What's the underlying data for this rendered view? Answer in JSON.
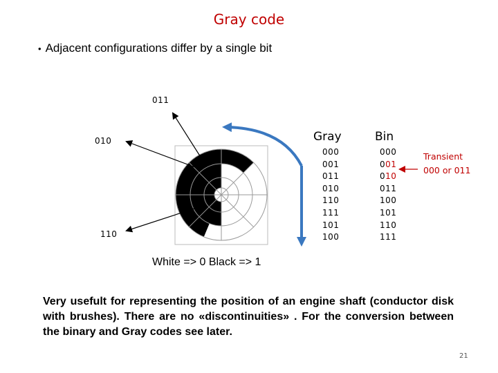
{
  "slide": {
    "title": "Gray code",
    "bullet": "Adjacent configurations differ by a single bit",
    "legend": "White => 0 Black => 1",
    "paragraph": "Very usefult for representing the position of an engine shaft (conductor disk with brushes). There are no «discontinuities» . For the conversion between the binary and Gray codes see later.",
    "page_number": "21"
  },
  "diagram": {
    "labels": {
      "top": "011",
      "left": "010",
      "bottom_left": "110"
    }
  },
  "table": {
    "gray_header": "Gray",
    "bin_header": "Bin",
    "gray": [
      "000",
      "001",
      "011",
      "010",
      "110",
      "111",
      "101",
      "100"
    ],
    "bin": [
      "000",
      "001",
      "010",
      "011",
      "100",
      "101",
      "110",
      "111"
    ],
    "bin_row1_prefix": "0",
    "bin_row1_red": "01",
    "bin_row2_prefix": "0",
    "bin_row2_red": "10",
    "bin_row2_suffix": "",
    "transient_line1": "Transient",
    "transient_line2": "000 or 011"
  },
  "colors": {
    "title": "#c00000",
    "arrow_blue": "#3a78c0",
    "red_arrow": "#c00000"
  }
}
